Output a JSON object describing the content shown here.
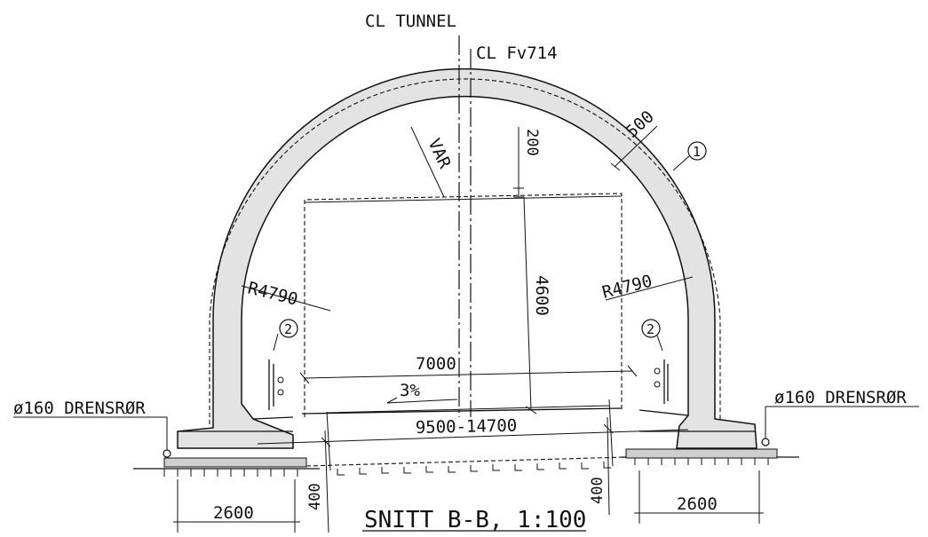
{
  "labels": {
    "cl_tunnel": "CL TUNNEL",
    "cl_road": "CL Fv714",
    "dim_500": "500",
    "dim_200": "200",
    "var": "VAR",
    "marker_1": "1",
    "r_left": "R4790",
    "r_right": "R4790",
    "dim_4600": "4600",
    "marker_2_left": "2",
    "marker_2_right": "2",
    "dim_7000": "7000",
    "slope": "3%",
    "dim_width": "9500-14700",
    "drain_left": "ø160 DRENSRØR",
    "drain_right": "ø160 DRENSRØR",
    "dim_400_left": "400",
    "dim_400_right": "400",
    "dim_2600_left": "2600",
    "dim_2600_right": "2600",
    "title": "SNITT B-B, 1:100"
  },
  "colors": {
    "lining_fill": "#e3e3e3",
    "ink": "#111111"
  }
}
